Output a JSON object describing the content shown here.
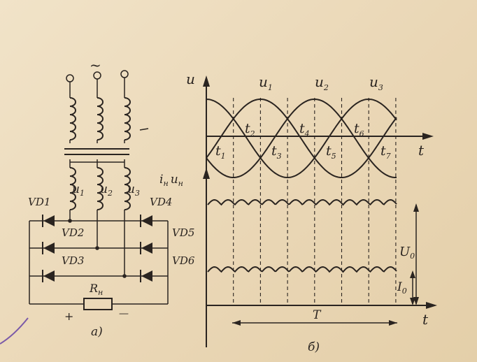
{
  "circuit": {
    "source_symbol": "~",
    "winding_labels": {
      "u1": "u",
      "u1_sub": "1",
      "u2": "u",
      "u2_sub": "2",
      "u3": "u",
      "u3_sub": "3"
    },
    "diodes": [
      "VD1",
      "VD2",
      "VD3",
      "VD4",
      "VD5",
      "VD6"
    ],
    "load": {
      "label": "R",
      "label_sub": "н"
    },
    "polarity_plus": "+",
    "polarity_minus": "—",
    "caption": "а)"
  },
  "waveforms": {
    "caption": "б)",
    "top": {
      "y_axis_label": "u",
      "x_axis_label": "t",
      "phase_labels": [
        {
          "name": "u",
          "sub": "1"
        },
        {
          "name": "u",
          "sub": "2"
        },
        {
          "name": "u",
          "sub": "3"
        }
      ],
      "time_labels": [
        {
          "name": "t",
          "sub": "1"
        },
        {
          "name": "t",
          "sub": "2"
        },
        {
          "name": "t",
          "sub": "3"
        },
        {
          "name": "t",
          "sub": "4"
        },
        {
          "name": "t",
          "sub": "5"
        },
        {
          "name": "t",
          "sub": "6"
        },
        {
          "name": "t",
          "sub": "7"
        }
      ]
    },
    "bottom": {
      "y_axis_label_i": "i",
      "y_axis_label_i_sub": "н",
      "y_axis_label_u": "u",
      "y_axis_label_u_sub": "н",
      "x_axis_label": "t",
      "voltage_label": "U",
      "voltage_label_sub": "0",
      "current_label": "I",
      "current_label_sub": "0",
      "period_label": "T"
    }
  },
  "colors": {
    "ink": "#2a2420",
    "paper": "#ecdcc0"
  }
}
